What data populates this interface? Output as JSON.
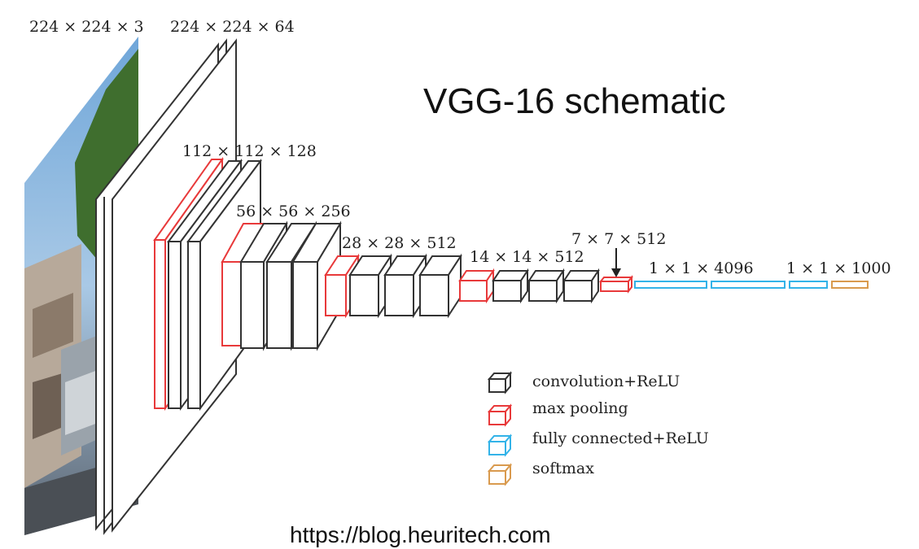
{
  "title": "VGG-16 schematic",
  "source": "https://blog.heuritech.com",
  "dimensions": {
    "input": "224 × 224 × 3",
    "block1": "224 × 224 × 64",
    "block2": "112 × 112 × 128",
    "block3": "56 × 56 × 256",
    "block4": "28 × 28 × 512",
    "block5": "14 × 14 × 512",
    "pool5": "7 × 7 × 512",
    "fc": "1 × 1 × 4096",
    "softmax": "1 × 1 × 1000"
  },
  "legend": [
    {
      "label": "convolution+ReLU",
      "color": "#333333"
    },
    {
      "label": "max pooling",
      "color": "#e8393a"
    },
    {
      "label": "fully connected+ReLU",
      "color": "#33b3e8"
    },
    {
      "label": "softmax",
      "color": "#d99a4e"
    }
  ],
  "colors": {
    "conv": "#333333",
    "pool": "#e8393a",
    "fc": "#33b3e8",
    "softmax": "#d99a4e"
  }
}
